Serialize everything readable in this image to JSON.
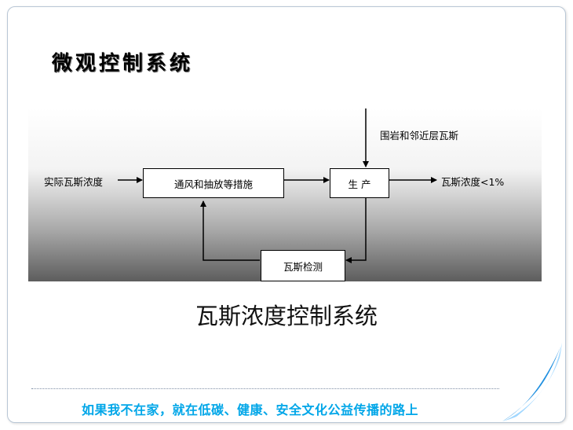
{
  "slide": {
    "title": "微观控制系统",
    "caption": "瓦斯浓度控制系统",
    "footer_slogan": "如果我不在家，就在低碳、健康、安全文化公益传播的路上"
  },
  "diagram": {
    "input_label": "实际瓦斯浓度",
    "box_ventilation": "通风和抽放等措施",
    "box_production": "生 产",
    "disturbance_label": "围岩和邻近层瓦斯",
    "output_label": "瓦斯浓度<1%",
    "box_detection": "瓦斯检测"
  },
  "colors": {
    "slogan": "#00a6e8",
    "page_curl": "#1f8fe0"
  }
}
